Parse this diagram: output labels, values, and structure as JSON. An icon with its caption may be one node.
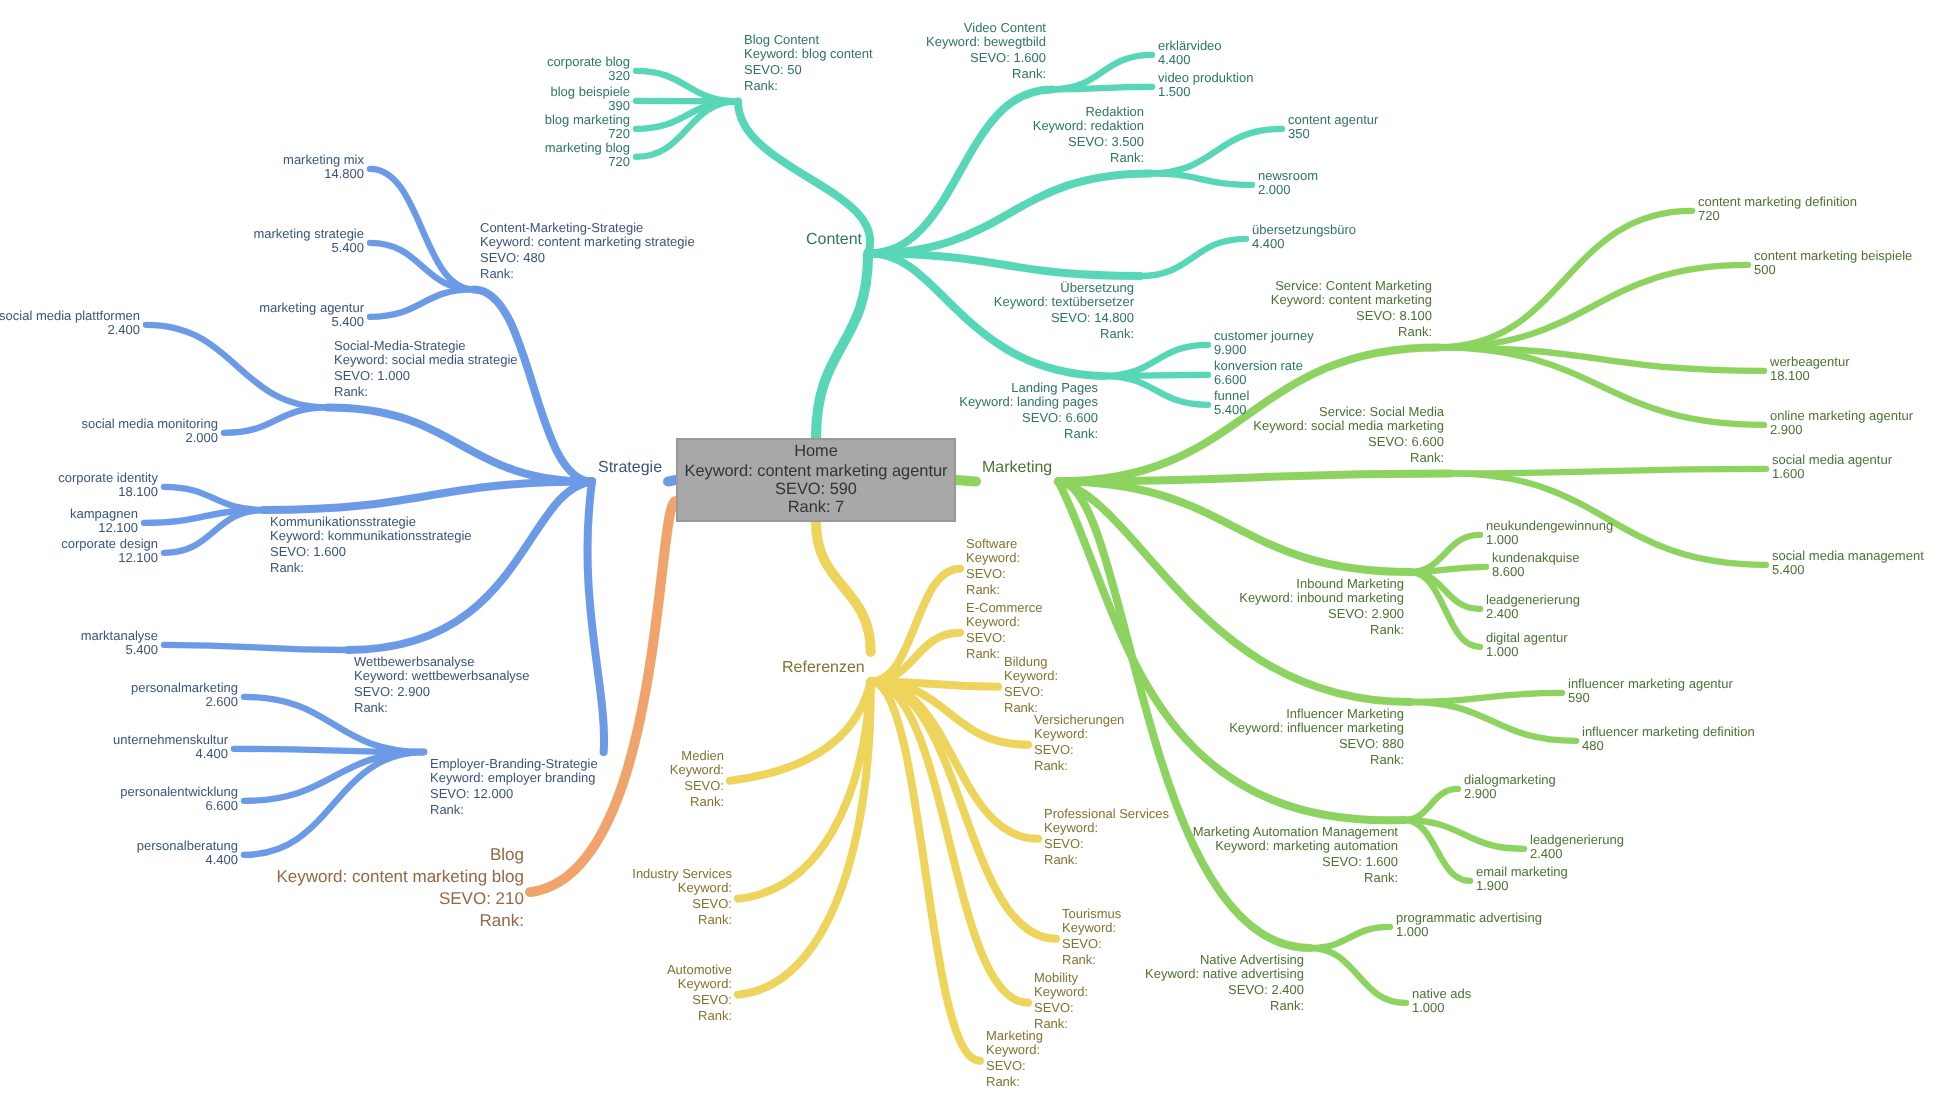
{
  "diagram": {
    "nodes": [
      {
        "text": [
          "Home",
          "Keyword: content marketing agentur",
          "SEVO: 590",
          "Rank: 7"
        ]
      },
      {
        "text": [
          "Content"
        ]
      },
      {
        "text": [
          "Blog Content",
          "Keyword: blog content",
          "SEVO: 50",
          "Rank:"
        ]
      },
      {
        "text": [
          "corporate blog",
          "320"
        ]
      },
      {
        "text": [
          "blog beispiele",
          "390"
        ]
      },
      {
        "text": [
          "blog marketing",
          "720"
        ]
      },
      {
        "text": [
          "marketing blog",
          "720"
        ]
      },
      {
        "text": [
          "Video Content",
          "Keyword: bewegtbild",
          "SEVO: 1.600",
          "Rank:"
        ]
      },
      {
        "text": [
          "erklärvideo",
          "4.400"
        ]
      },
      {
        "text": [
          "video produktion",
          "1.500"
        ]
      },
      {
        "text": [
          "Redaktion",
          "Keyword: redaktion",
          "SEVO: 3.500",
          "Rank:"
        ]
      },
      {
        "text": [
          "content agentur",
          "350"
        ]
      },
      {
        "text": [
          "newsroom",
          "2.000"
        ]
      },
      {
        "text": [
          "Übersetzung",
          "Keyword: textübersetzer",
          "SEVO: 14.800",
          "Rank:"
        ]
      },
      {
        "text": [
          "übersetzungsbüro",
          "4.400"
        ]
      },
      {
        "text": [
          "Landing Pages",
          "Keyword: landing pages",
          "SEVO: 6.600",
          "Rank:"
        ]
      },
      {
        "text": [
          "customer journey",
          "9.900"
        ]
      },
      {
        "text": [
          "konversion rate",
          "6.600"
        ]
      },
      {
        "text": [
          "funnel",
          "5.400"
        ]
      },
      {
        "text": [
          "Strategie"
        ]
      },
      {
        "text": [
          "Content-Marketing-Strategie",
          "Keyword: content marketing strategie",
          "SEVO: 480",
          "Rank:"
        ]
      },
      {
        "text": [
          "marketing mix",
          "14.800"
        ]
      },
      {
        "text": [
          "marketing strategie",
          "5.400"
        ]
      },
      {
        "text": [
          "marketing agentur",
          "5.400"
        ]
      },
      {
        "text": [
          "Social-Media-Strategie",
          "Keyword: social media strategie",
          "SEVO: 1.000",
          "Rank:"
        ]
      },
      {
        "text": [
          "social media plattformen",
          "2.400"
        ]
      },
      {
        "text": [
          "social media monitoring",
          "2.000"
        ]
      },
      {
        "text": [
          "Kommunikationsstrategie",
          "Keyword: kommunikationsstrategie",
          "SEVO: 1.600",
          "Rank:"
        ]
      },
      {
        "text": [
          "corporate identity",
          "18.100"
        ]
      },
      {
        "text": [
          "kampagnen",
          "12.100"
        ]
      },
      {
        "text": [
          "corporate design",
          "12.100"
        ]
      },
      {
        "text": [
          "marktanalyse",
          "5.400"
        ]
      },
      {
        "text": [
          "Wettbewerbsanalyse",
          "Keyword: wettbewerbsanalyse",
          "SEVO: 2.900",
          "Rank:"
        ]
      },
      {
        "text": [
          "Employer-Branding-Strategie",
          "Keyword: employer branding",
          "SEVO: 12.000",
          "Rank:"
        ]
      },
      {
        "text": [
          "personalmarketing",
          "2.600"
        ]
      },
      {
        "text": [
          "unternehmenskultur",
          "4.400"
        ]
      },
      {
        "text": [
          "personalentwicklung",
          "6.600"
        ]
      },
      {
        "text": [
          "personalberatung",
          "4.400"
        ]
      },
      {
        "text": [
          "Blog",
          "Keyword: content marketing blog",
          "SEVO: 210",
          "Rank:"
        ]
      },
      {
        "text": [
          "Marketing"
        ]
      },
      {
        "text": [
          "Service: Content Marketing",
          "Keyword: content marketing",
          "SEVO: 8.100",
          "Rank:"
        ]
      },
      {
        "text": [
          "content marketing definition",
          "720"
        ]
      },
      {
        "text": [
          "content marketing beispiele",
          "500"
        ]
      },
      {
        "text": [
          "werbeagentur",
          "18.100"
        ]
      },
      {
        "text": [
          "online marketing agentur",
          "2.900"
        ]
      },
      {
        "text": [
          "Service: Social Media",
          "Keyword: social media marketing",
          "SEVO: 6.600",
          "Rank:"
        ]
      },
      {
        "text": [
          "social media agentur",
          "1.600"
        ]
      },
      {
        "text": [
          "social media management",
          "5.400"
        ]
      },
      {
        "text": [
          "Inbound Marketing",
          "Keyword: inbound marketing",
          "SEVO: 2.900",
          "Rank:"
        ]
      },
      {
        "text": [
          "neukundengewinnung",
          "1.000"
        ]
      },
      {
        "text": [
          "kundenakquise",
          "8.600"
        ]
      },
      {
        "text": [
          "leadgenerierung",
          "2.400"
        ]
      },
      {
        "text": [
          "digital agentur",
          "1.000"
        ]
      },
      {
        "text": [
          "Influencer Marketing",
          "Keyword: influencer marketing",
          "SEVO: 880",
          "Rank:"
        ]
      },
      {
        "text": [
          "influencer marketing agentur",
          "590"
        ]
      },
      {
        "text": [
          "influencer marketing definition",
          "480"
        ]
      },
      {
        "text": [
          "Marketing Automation Management",
          "Keyword: marketing automation",
          "SEVO: 1.600",
          "Rank:"
        ]
      },
      {
        "text": [
          "dialogmarketing",
          "2.900"
        ]
      },
      {
        "text": [
          "leadgenerierung",
          "2.400"
        ]
      },
      {
        "text": [
          "email marketing",
          "1.900"
        ]
      },
      {
        "text": [
          "Native Advertising",
          "Keyword: native advertising",
          "SEVO: 2.400",
          "Rank:"
        ]
      },
      {
        "text": [
          "programmatic advertising",
          "1.000"
        ]
      },
      {
        "text": [
          "native ads",
          "1.000"
        ]
      },
      {
        "text": [
          "Referenzen"
        ]
      },
      {
        "text": [
          "Software",
          "Keyword:",
          "SEVO:",
          "Rank:"
        ]
      },
      {
        "text": [
          "E-Commerce",
          "Keyword:",
          "SEVO:",
          "Rank:"
        ]
      },
      {
        "text": [
          "Bildung",
          "Keyword:",
          "SEVO:",
          "Rank:"
        ]
      },
      {
        "text": [
          "Versicherungen",
          "Keyword:",
          "SEVO:",
          "Rank:"
        ]
      },
      {
        "text": [
          "Professional Services",
          "Keyword:",
          "SEVO:",
          "Rank:"
        ]
      },
      {
        "text": [
          "Tourismus",
          "Keyword:",
          "SEVO:",
          "Rank:"
        ]
      },
      {
        "text": [
          "Mobility",
          "Keyword:",
          "SEVO:",
          "Rank:"
        ]
      },
      {
        "text": [
          "Marketing",
          "Keyword:",
          "SEVO:",
          "Rank:"
        ]
      },
      {
        "text": [
          "Medien",
          "Keyword:",
          "SEVO:",
          "Rank:"
        ]
      },
      {
        "text": [
          "Industry Services",
          "Keyword:",
          "SEVO:",
          "Rank:"
        ]
      },
      {
        "text": [
          "Automotive",
          "Keyword:",
          "SEVO:",
          "Rank:"
        ]
      }
    ],
    "edges": [
      {
        "from": 0,
        "to": 1,
        "arrow": "none",
        "color": "#57d6b8"
      },
      {
        "from": 1,
        "to": 2,
        "arrow": "none",
        "color": "#57d6b8"
      },
      {
        "from": 2,
        "to": 3,
        "arrow": "none",
        "color": "#57d6b8"
      },
      {
        "from": 2,
        "to": 4,
        "arrow": "none",
        "color": "#57d6b8"
      },
      {
        "from": 2,
        "to": 5,
        "arrow": "none",
        "color": "#57d6b8"
      },
      {
        "from": 2,
        "to": 6,
        "arrow": "none",
        "color": "#57d6b8"
      },
      {
        "from": 1,
        "to": 7,
        "arrow": "none",
        "color": "#57d6b8"
      },
      {
        "from": 7,
        "to": 8,
        "arrow": "none",
        "color": "#57d6b8"
      },
      {
        "from": 7,
        "to": 9,
        "arrow": "none",
        "color": "#57d6b8"
      },
      {
        "from": 1,
        "to": 10,
        "arrow": "none",
        "color": "#57d6b8"
      },
      {
        "from": 10,
        "to": 11,
        "arrow": "none",
        "color": "#57d6b8"
      },
      {
        "from": 10,
        "to": 12,
        "arrow": "none",
        "color": "#57d6b8"
      },
      {
        "from": 1,
        "to": 13,
        "arrow": "none",
        "color": "#57d6b8"
      },
      {
        "from": 13,
        "to": 14,
        "arrow": "none",
        "color": "#57d6b8"
      },
      {
        "from": 1,
        "to": 15,
        "arrow": "none",
        "color": "#57d6b8"
      },
      {
        "from": 15,
        "to": 16,
        "arrow": "none",
        "color": "#57d6b8"
      },
      {
        "from": 15,
        "to": 17,
        "arrow": "none",
        "color": "#57d6b8"
      },
      {
        "from": 15,
        "to": 18,
        "arrow": "none",
        "color": "#57d6b8"
      },
      {
        "from": 0,
        "to": 19,
        "arrow": "none",
        "color": "#6b9be6"
      },
      {
        "from": 19,
        "to": 20,
        "arrow": "none",
        "color": "#6b9be6"
      },
      {
        "from": 20,
        "to": 21,
        "arrow": "none",
        "color": "#6b9be6"
      },
      {
        "from": 20,
        "to": 22,
        "arrow": "none",
        "color": "#6b9be6"
      },
      {
        "from": 20,
        "to": 23,
        "arrow": "none",
        "color": "#6b9be6"
      },
      {
        "from": 19,
        "to": 24,
        "arrow": "none",
        "color": "#6b9be6"
      },
      {
        "from": 24,
        "to": 25,
        "arrow": "none",
        "color": "#6b9be6"
      },
      {
        "from": 24,
        "to": 26,
        "arrow": "none",
        "color": "#6b9be6"
      },
      {
        "from": 19,
        "to": 27,
        "arrow": "none",
        "color": "#6b9be6"
      },
      {
        "from": 27,
        "to": 28,
        "arrow": "none",
        "color": "#6b9be6"
      },
      {
        "from": 27,
        "to": 29,
        "arrow": "none",
        "color": "#6b9be6"
      },
      {
        "from": 27,
        "to": 30,
        "arrow": "none",
        "color": "#6b9be6"
      },
      {
        "from": 32,
        "to": 31,
        "arrow": "none",
        "color": "#6b9be6"
      },
      {
        "from": 19,
        "to": 32,
        "arrow": "none",
        "color": "#6b9be6"
      },
      {
        "from": 19,
        "to": 33,
        "arrow": "none",
        "color": "#6b9be6"
      },
      {
        "from": 33,
        "to": 34,
        "arrow": "none",
        "color": "#6b9be6"
      },
      {
        "from": 33,
        "to": 35,
        "arrow": "none",
        "color": "#6b9be6"
      },
      {
        "from": 33,
        "to": 36,
        "arrow": "none",
        "color": "#6b9be6"
      },
      {
        "from": 33,
        "to": 37,
        "arrow": "none",
        "color": "#6b9be6"
      },
      {
        "from": 0,
        "to": 38,
        "arrow": "none",
        "color": "#f0a36a"
      },
      {
        "from": 0,
        "to": 39,
        "arrow": "none"
      },
      {
        "from": 39,
        "to": 40,
        "arrow": "none"
      },
      {
        "from": 40,
        "to": 41,
        "arrow": "none"
      },
      {
        "from": 40,
        "to": 42,
        "arrow": "none"
      },
      {
        "from": 40,
        "to": 43,
        "arrow": "none"
      },
      {
        "from": 40,
        "to": 44,
        "arrow": "none"
      },
      {
        "from": 39,
        "to": 45,
        "arrow": "none"
      },
      {
        "from": 45,
        "to": 46,
        "arrow": "none"
      },
      {
        "from": 45,
        "to": 47,
        "arrow": "none"
      },
      {
        "from": 39,
        "to": 48,
        "arrow": "none"
      },
      {
        "from": 48,
        "to": 49,
        "arrow": "none"
      },
      {
        "from": 48,
        "to": 50,
        "arrow": "none"
      },
      {
        "from": 48,
        "to": 51,
        "arrow": "none"
      },
      {
        "from": 48,
        "to": 52,
        "arrow": "none"
      },
      {
        "from": 39,
        "to": 53,
        "arrow": "none"
      },
      {
        "from": 53,
        "to": 54,
        "arrow": "none"
      },
      {
        "from": 53,
        "to": 55,
        "arrow": "none"
      },
      {
        "from": 39,
        "to": 56,
        "arrow": "none"
      },
      {
        "from": 56,
        "to": 57,
        "arrow": "none"
      },
      {
        "from": 56,
        "to": 58,
        "arrow": "none"
      },
      {
        "from": 56,
        "to": 59,
        "arrow": "none"
      },
      {
        "from": 39,
        "to": 60,
        "arrow": "none"
      },
      {
        "from": 60,
        "to": 61,
        "arrow": "none"
      },
      {
        "from": 60,
        "to": 62,
        "arrow": "none"
      },
      {
        "from": 0,
        "to": 63,
        "arrow": "none",
        "color": "#eed45a"
      },
      {
        "from": 63,
        "to": 64,
        "arrow": "none",
        "color": "#eed45a"
      },
      {
        "from": 63,
        "to": 65,
        "arrow": "none",
        "color": "#eed45a"
      },
      {
        "from": 63,
        "to": 66,
        "arrow": "none",
        "color": "#eed45a"
      },
      {
        "from": 63,
        "to": 67,
        "arrow": "none",
        "color": "#eed45a"
      },
      {
        "from": 63,
        "to": 68,
        "arrow": "none",
        "color": "#eed45a"
      },
      {
        "from": 63,
        "to": 69,
        "arrow": "none",
        "color": "#eed45a"
      },
      {
        "from": 63,
        "to": 70,
        "arrow": "none",
        "color": "#eed45a"
      },
      {
        "from": 63,
        "to": 71,
        "arrow": "none",
        "color": "#eed45a"
      },
      {
        "from": 63,
        "to": 72,
        "arrow": "none",
        "color": "#eed45a"
      },
      {
        "from": 63,
        "to": 73,
        "arrow": "none",
        "color": "#eed45a"
      },
      {
        "from": 63,
        "to": 74,
        "arrow": "none",
        "color": "#eed45a"
      }
    ]
  }
}
